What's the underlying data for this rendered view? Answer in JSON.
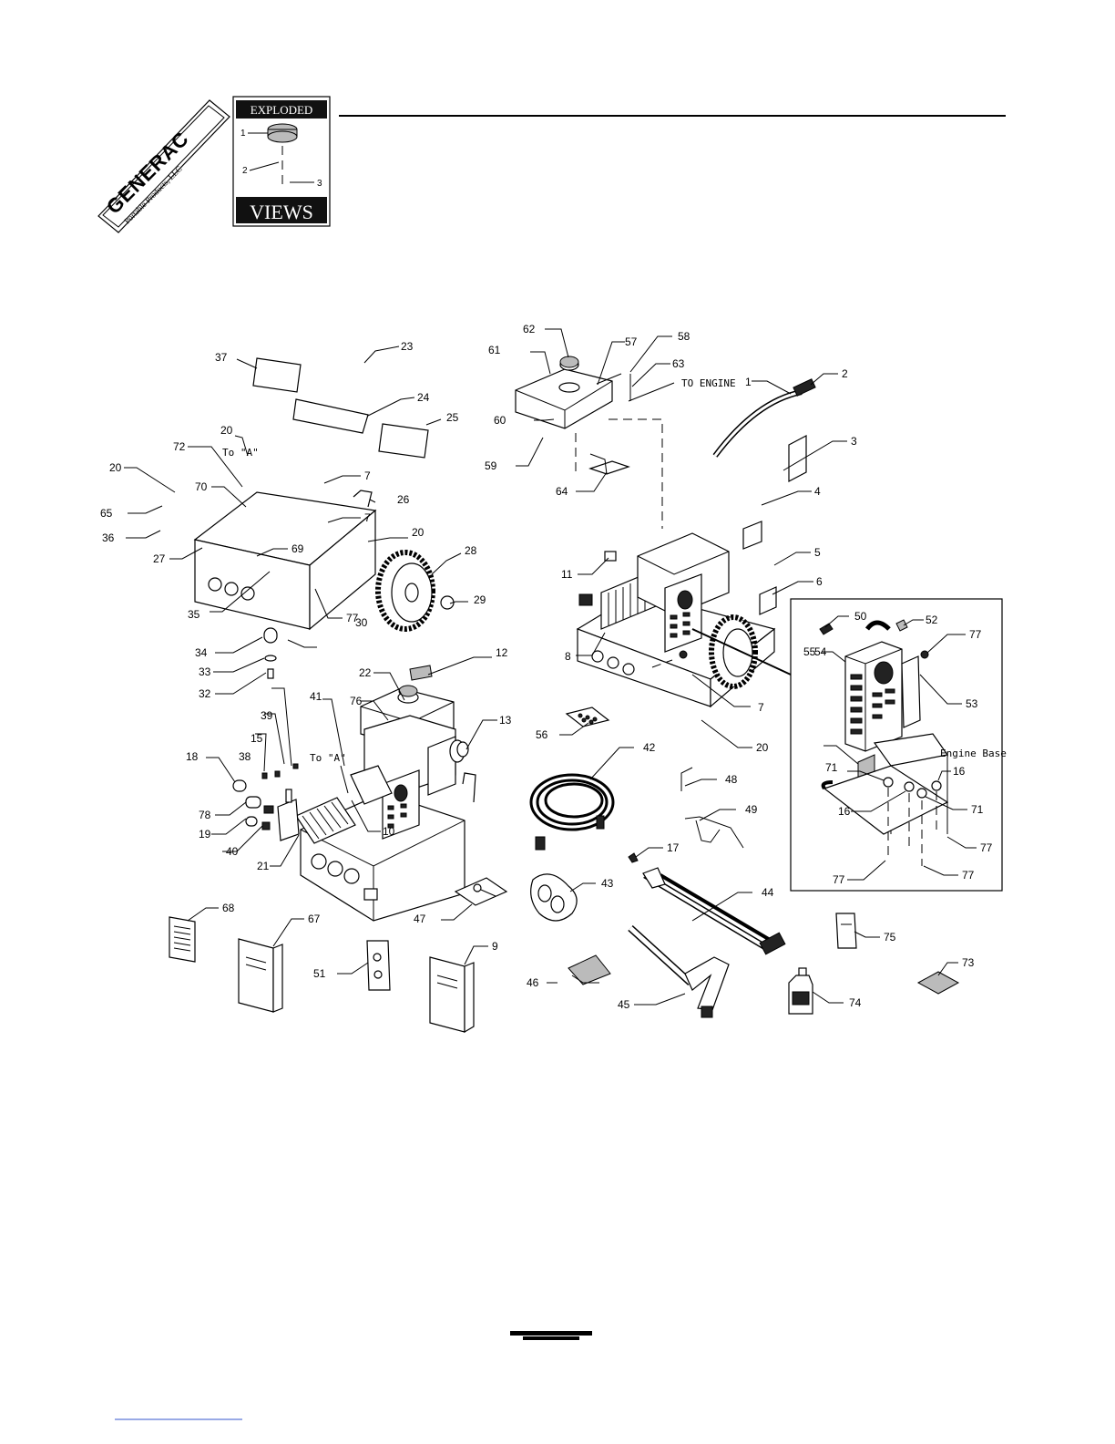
{
  "brand": {
    "name": "GENERAC",
    "sub": "Portable Products, LLC",
    "badge_top": "EXPLODED",
    "badge_bottom": "VIEWS",
    "badge_nums": [
      "1",
      "2",
      "3"
    ]
  },
  "notes": {
    "to_engine": "TO ENGINE",
    "to_a_1": "To \"A\"",
    "to_a_2": "To \"A\"",
    "engine_base": "Engine Base"
  },
  "callouts": [
    "1",
    "2",
    "3",
    "4",
    "5",
    "6",
    "7",
    "7",
    "7",
    "7",
    "8",
    "9",
    "10",
    "11",
    "12",
    "13",
    "15",
    "16",
    "16",
    "17",
    "18",
    "19",
    "20",
    "20",
    "20",
    "20",
    "21",
    "22",
    "23",
    "24",
    "25",
    "26",
    "27",
    "28",
    "29",
    "30",
    "32",
    "33",
    "34",
    "35",
    "36",
    "37",
    "38",
    "39",
    "40",
    "41",
    "42",
    "43",
    "44",
    "45",
    "46",
    "47",
    "48",
    "49",
    "50",
    "51",
    "52",
    "53",
    "54",
    "55",
    "56",
    "57",
    "58",
    "59",
    "60",
    "61",
    "62",
    "63",
    "64",
    "65",
    "67",
    "68",
    "69",
    "70",
    "71",
    "71",
    "72",
    "73",
    "74",
    "75",
    "76",
    "77",
    "77",
    "77",
    "77",
    "77",
    "78"
  ]
}
